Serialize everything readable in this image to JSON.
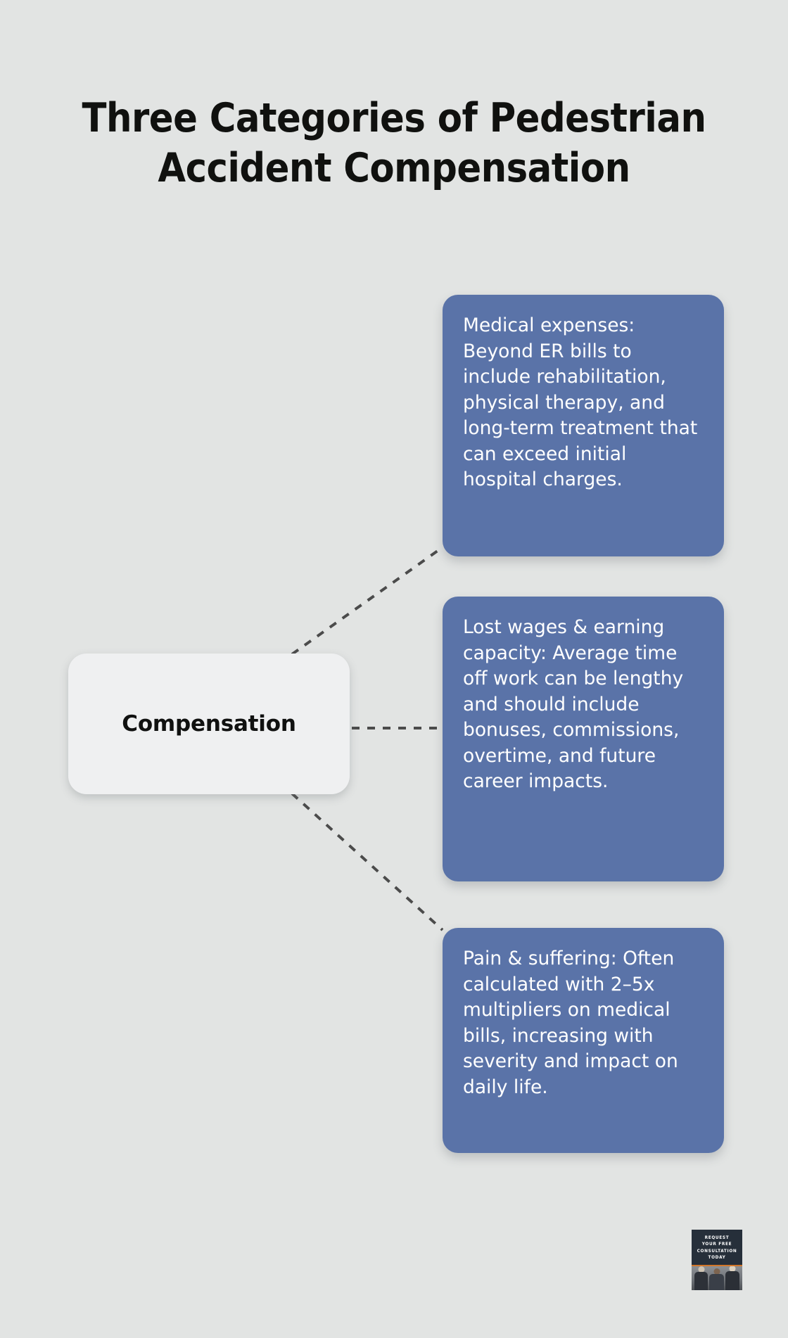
{
  "page": {
    "background_color": "#e2e4e3",
    "title": "Three Categories of Pedestrian\nAccident Compensation"
  },
  "diagram": {
    "type": "mind-map",
    "accent_color": "#5a73a8",
    "connector_color": "#4b4b4b",
    "connector_style": "dashed",
    "center_node": {
      "label": "Compensation",
      "background_color": "#eff0f1",
      "text_color": "#101110"
    },
    "branches": [
      {
        "id": "medical-expenses",
        "text": "Medical expenses: Beyond ER bills to include rehabilitation, physical therapy, and long-term treatment that can exceed initial hospital charges."
      },
      {
        "id": "lost-wages",
        "text": "Lost wages & earning capacity: Average time off work can be lengthy and should include bonuses, commissions, overtime, and future career impacts."
      },
      {
        "id": "pain-and-suffering",
        "text": "Pain & suffering: Often calculated with 2–5x multipliers on medical bills, increasing with severity and impact on daily life."
      }
    ]
  },
  "cta_badge": {
    "headline": "REQUEST\nYOUR FREE\nCONSULTATION\nTODAY",
    "background_color": "#262f3a",
    "rule_color": "#d2762a",
    "text_color": "#ffffff"
  }
}
